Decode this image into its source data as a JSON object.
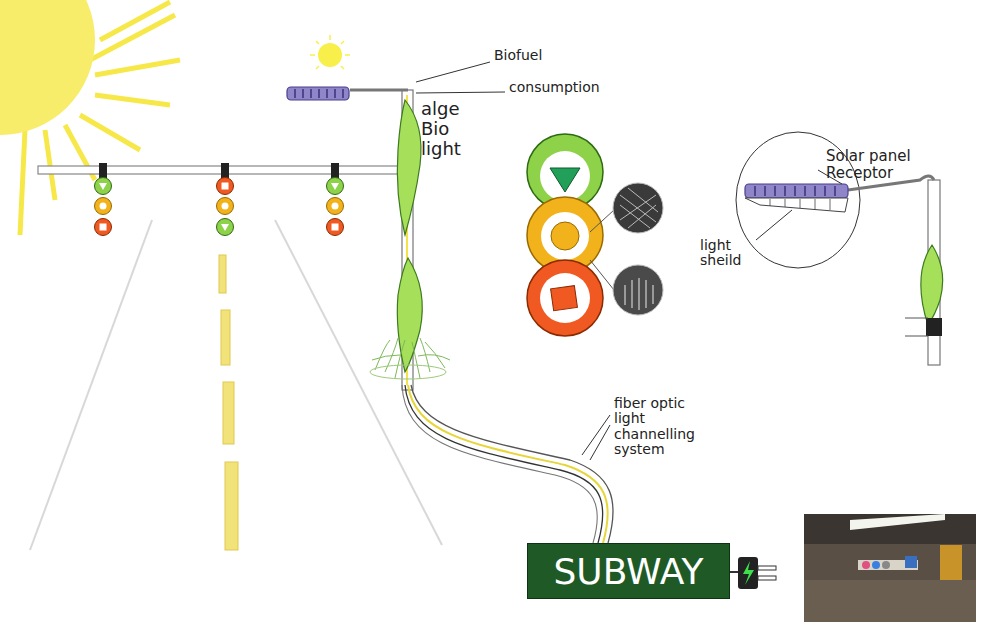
{
  "diagram": {
    "nodes": [
      {
        "text": [
          "SUBWAY"
        ]
      }
    ],
    "labels": [
      "Biofuel",
      "consumption",
      "alge Bio light",
      "Solar panel Receptor",
      "light sheild",
      "fiber optic light channelling system"
    ]
  }
}
